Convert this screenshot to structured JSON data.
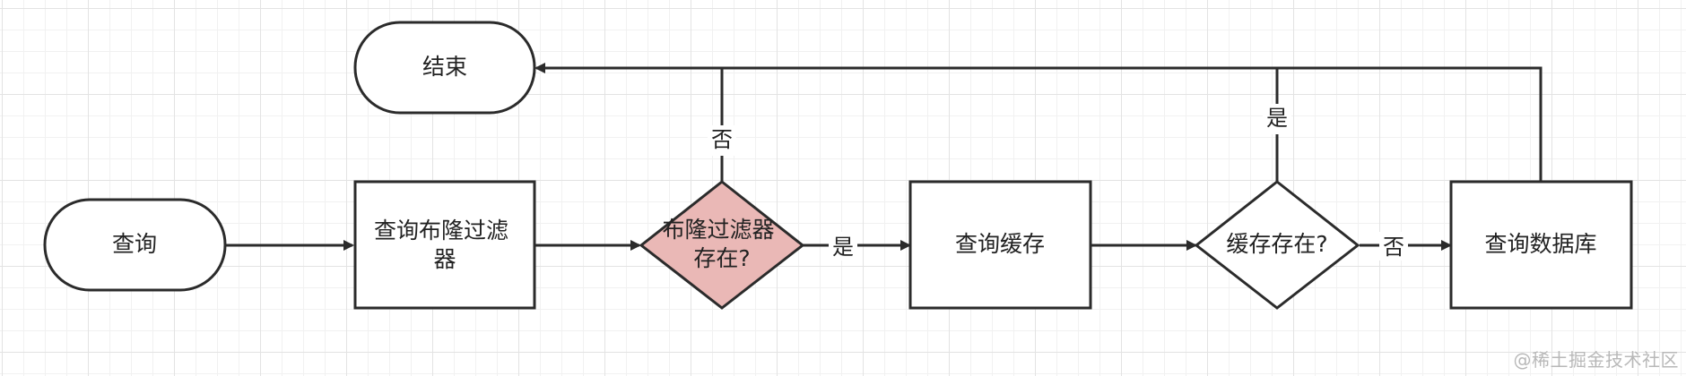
{
  "diagram": {
    "nodes": {
      "start": {
        "label": "查询"
      },
      "end": {
        "label": "结束"
      },
      "bloom_query": {
        "line1": "查询布隆过滤",
        "line2": "器"
      },
      "bloom_exists": {
        "line1": "布隆过滤器",
        "line2": "存在?"
      },
      "cache_query": {
        "label": "查询缓存"
      },
      "cache_exists": {
        "label": "缓存存在?"
      },
      "db_query": {
        "label": "查询数据库"
      }
    },
    "edges": {
      "bloom_no": "否",
      "bloom_yes": "是",
      "cache_yes": "是",
      "cache_no": "否"
    },
    "colors": {
      "stroke": "#2b2b2b",
      "highlight_fill": "#eab8b6",
      "grid": "#e3e3e3"
    }
  },
  "watermark": "@稀土掘金技术社区"
}
